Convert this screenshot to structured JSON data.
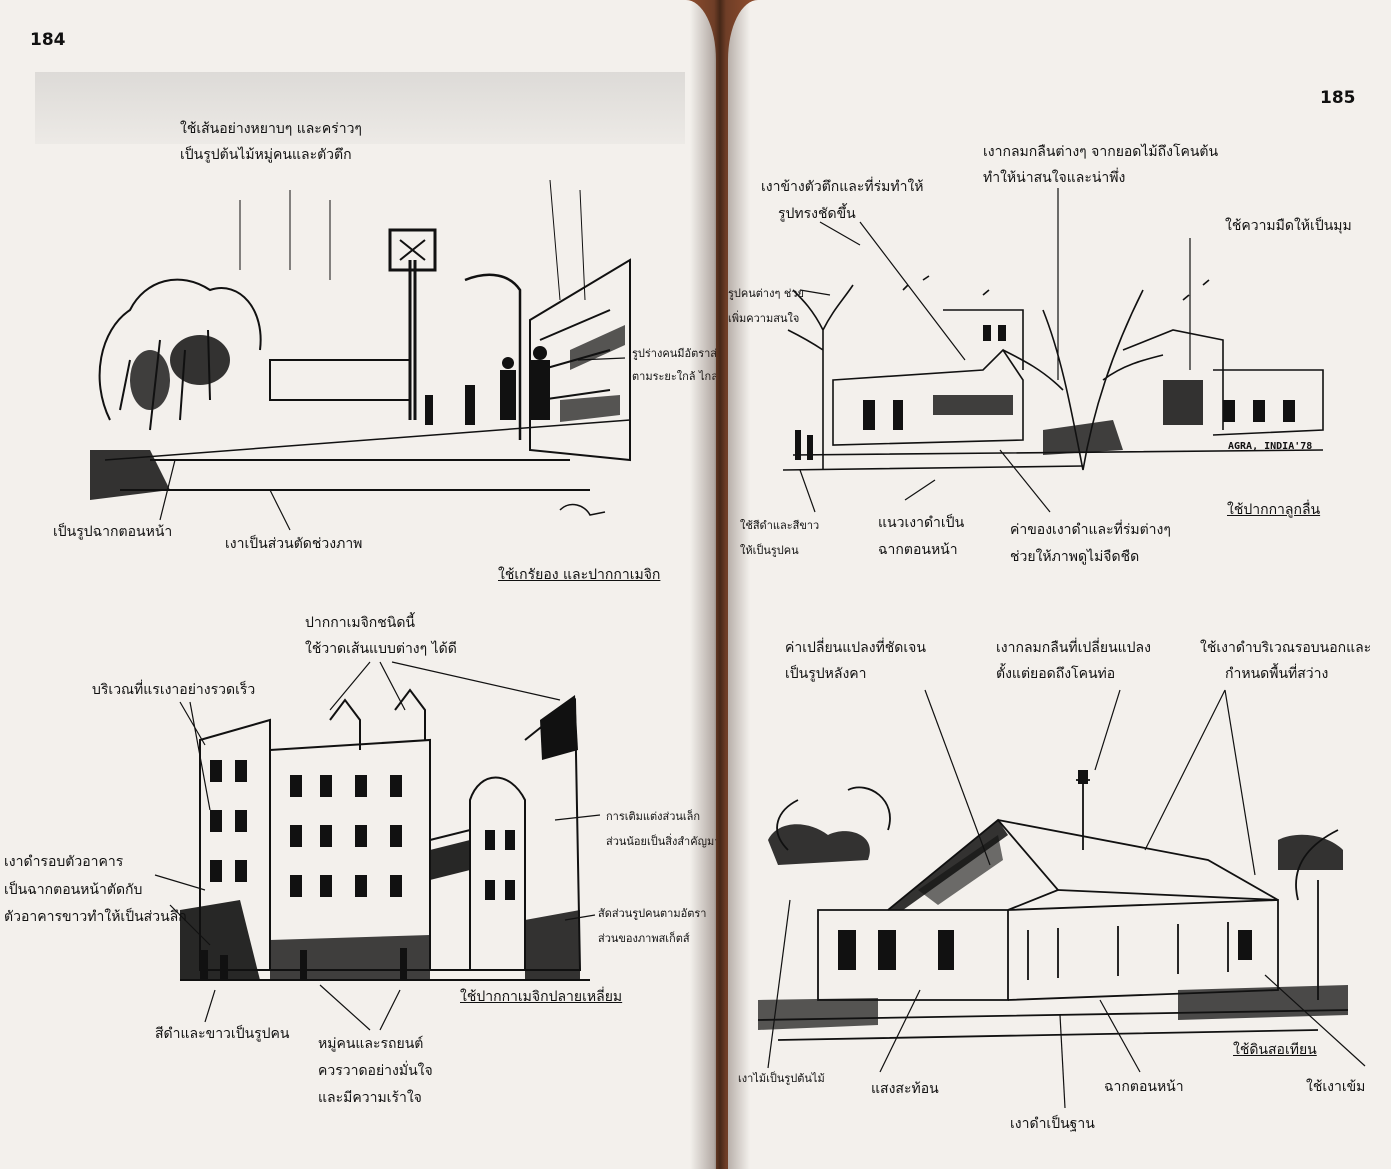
{
  "left_page": {
    "page_number": "184",
    "sketch1": {
      "title_line1": "ใช้เส้นอย่างหยาบๆ และคร่าวๆ",
      "title_line2": "เป็นรูปต้นไม้หมู่คนและตัวตึก",
      "note_people_line1": "รูปร่างคนมีอัตราส่วน",
      "note_people_line2": "ตามระยะใกล้ ไกล",
      "note_foreground": "เป็นรูปฉากตอนหน้า",
      "note_shadow": "เงาเป็นส่วนตัดช่วงภาพ",
      "caption": "ใช้เกรัยอง และปากกาเมจิก"
    },
    "sketch2": {
      "note_pen_line1": "ปากกาเมจิกชนิดนี้",
      "note_pen_line2": "ใช้วาดเส้นแบบต่างๆ ได้ดี",
      "note_fast_shadow": "บริเวณที่แรเงาอย่างรวดเร็ว",
      "note_building_line1": "เงาดำรอบตัวอาคาร",
      "note_building_line2": "เป็นฉากตอนหน้าตัดกับ",
      "note_building_line3": "ตัวอาคารขาวทำให้เป็นส่วนลึก",
      "note_detail_line1": "การเติมแต่งส่วนเล็ก",
      "note_detail_line2": "ส่วนน้อยเป็นสิ่งสำคัญมาก",
      "note_scale_line1": "สัดส่วนรูปคนตามอัตรา",
      "note_scale_line2": "ส่วนของภาพสเก็ตส์",
      "note_bw_people": "สีดำและขาวเป็นรูปคน",
      "note_crowd_line1": "หมู่คนและรถยนต์",
      "note_crowd_line2": "ควรวาดอย่างมั่นใจ",
      "note_crowd_line3": "และมีความเร้าใจ",
      "caption": "ใช้ปากกาเมจิกปลายเหลี่ยม"
    }
  },
  "right_page": {
    "page_number": "185",
    "sketch1": {
      "note_blend_line1": "เงากลมกลืนต่างๆ จากยอดไม้ถึงโคนต้น",
      "note_blend_line2": "ทำให้น่าสนใจและน่าพึ่ง",
      "note_side_shadow_line1": "เงาข้างตัวตึกและที่ร่มทำให้",
      "note_side_shadow_line2": "รูปทรงชัดขึ้น",
      "note_dark_corner": "ใช้ความมืดให้เป็นมุม",
      "note_figures_line1": "รูปคนต่างๆ ช่วย",
      "note_figures_line2": "เพิ่มความสนใจ",
      "signature": "AGRA, INDIA'78",
      "note_bw_figures_line1": "ใช้สีดำและสีขาว",
      "note_bw_figures_line2": "ให้เป็นรูปคน",
      "note_shadow_line_line1": "แนวเงาดำเป็น",
      "note_shadow_line_line2": "ฉากตอนหน้า",
      "note_values_line1": "ค่าของเงาดำและที่ร่มต่างๆ",
      "note_values_line2": "ช่วยให้ภาพดูไม่จืดชืด",
      "caption": "ใช้ปากกาลูกลื่น"
    },
    "sketch2": {
      "note_roof_line1": "ค่าเปลี่ยนแปลงที่ชัดเจน",
      "note_roof_line2": "เป็นรูปหลังคา",
      "note_changing_line1": "เงากลมกลืนที่เปลี่ยนแปลง",
      "note_changing_line2": "ตั้งแต่ยอดถึงโคนท่อ",
      "note_outer_line1": "ใช้เงาดำบริเวณรอบนอกและ",
      "note_outer_line2": "กำหนดพื้นที่สว่าง",
      "note_tree_shadow": "เงาไม้เป็นรูปต้นไม้",
      "note_reflect": "แสงสะท้อน",
      "note_foreground": "ฉากตอนหน้า",
      "note_base": "เงาดำเป็นฐาน",
      "note_dark_shadow": "ใช้เงาเข้ม",
      "caption": "ใช้ดินสอเทียน"
    }
  }
}
